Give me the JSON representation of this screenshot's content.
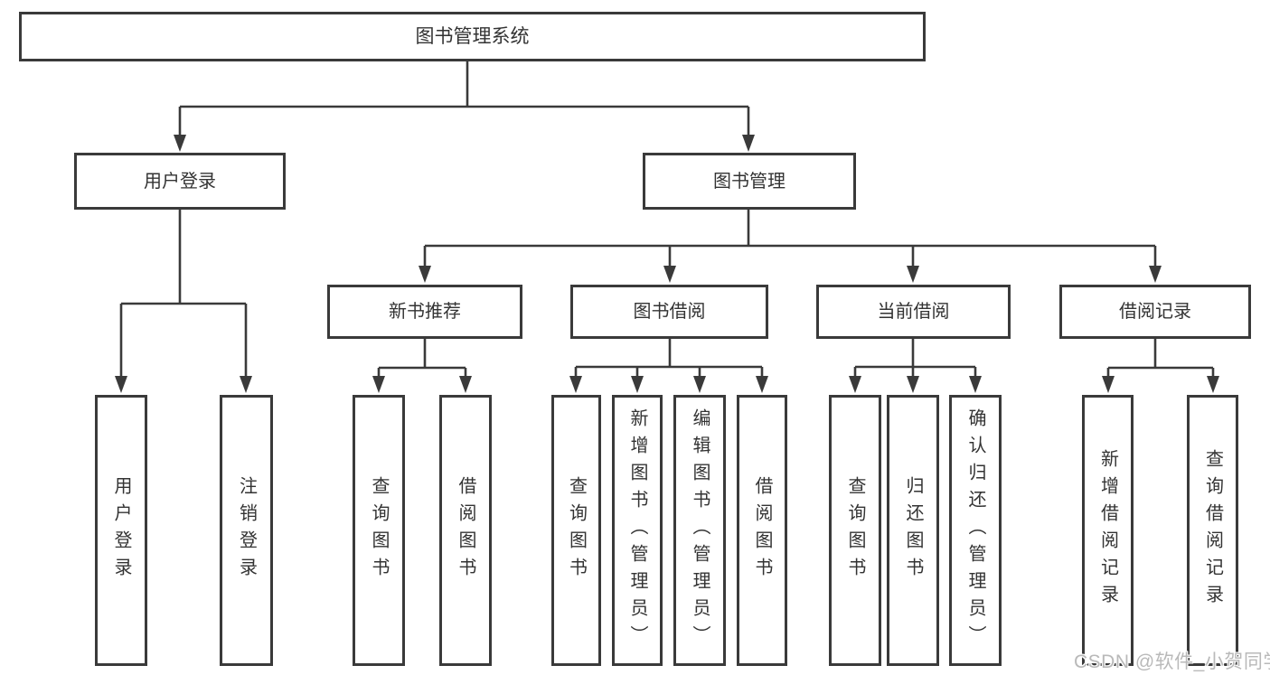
{
  "tree": {
    "label": "图书管理系统",
    "children": [
      {
        "label": "用户登录",
        "children": [
          {
            "label": "用户登录"
          },
          {
            "label": "注销登录"
          }
        ]
      },
      {
        "label": "图书管理",
        "children": [
          {
            "label": "新书推荐",
            "children": [
              {
                "label": "查询图书"
              },
              {
                "label": "借阅图书"
              }
            ]
          },
          {
            "label": "图书借阅",
            "children": [
              {
                "label": "查询图书"
              },
              {
                "label": "新增图书（管理员）"
              },
              {
                "label": "编辑图书（管理员）"
              },
              {
                "label": "借阅图书"
              }
            ]
          },
          {
            "label": "当前借阅",
            "children": [
              {
                "label": "查询图书"
              },
              {
                "label": "归还图书"
              },
              {
                "label": "确认归还（管理员）"
              }
            ]
          },
          {
            "label": "借阅记录",
            "children": [
              {
                "label": "新增借阅记录"
              },
              {
                "label": "查询借阅记录"
              }
            ]
          }
        ]
      }
    ]
  },
  "watermark": {
    "text": "CSDN @软件_小贺同学"
  },
  "colors": {
    "line": "#3a3a3a",
    "box_border": "#3a3a3a",
    "text": "#333333",
    "watermark": "#b9b9b9",
    "background": "#ffffff"
  }
}
